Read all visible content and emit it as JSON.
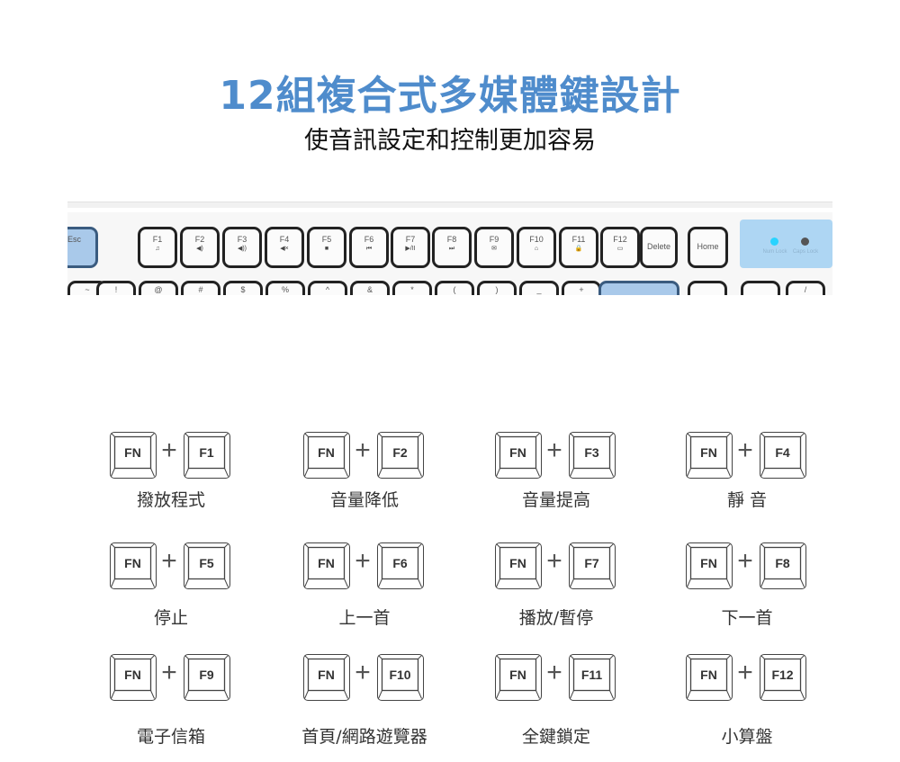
{
  "header": {
    "title": "12組複合式多媒體鍵設計",
    "subtitle": "使音訊設定和控制更加容易"
  },
  "keyboard": {
    "esc": "Esc",
    "fkeys": [
      {
        "label": "F1",
        "sub": "♫"
      },
      {
        "label": "F2",
        "sub": "◀)"
      },
      {
        "label": "F3",
        "sub": "◀))"
      },
      {
        "label": "F4",
        "sub": "◀×"
      },
      {
        "label": "F5",
        "sub": "■"
      },
      {
        "label": "F6",
        "sub": "⏮"
      },
      {
        "label": "F7",
        "sub": "▶/II"
      },
      {
        "label": "F8",
        "sub": "⏭"
      },
      {
        "label": "F9",
        "sub": "✉"
      },
      {
        "label": "F10",
        "sub": "⌂"
      },
      {
        "label": "F11",
        "sub": "🔒"
      },
      {
        "label": "F12",
        "sub": "▭"
      }
    ],
    "delete": "Delete",
    "home": "Home",
    "num_lock": "Num Lock",
    "caps_lock": "Caps Lock",
    "number_row": [
      "~",
      "!",
      "@",
      "#",
      "$",
      "%",
      "^",
      "&",
      "*",
      "(",
      ")",
      "_",
      "+",
      "",
      "",
      "",
      "/"
    ],
    "colors": {
      "accent": "#4f8ccc",
      "blue_key": "#a9c9ea",
      "led_on": "#29d3ff",
      "led_off": "#555555"
    }
  },
  "combos": [
    {
      "fn": "FN",
      "plus": "+",
      "key": "F1",
      "desc": "撥放程式"
    },
    {
      "fn": "FN",
      "plus": "+",
      "key": "F2",
      "desc": "音量降低"
    },
    {
      "fn": "FN",
      "plus": "+",
      "key": "F3",
      "desc": "音量提高"
    },
    {
      "fn": "FN",
      "plus": "+",
      "key": "F4",
      "desc": "靜 音"
    },
    {
      "fn": "FN",
      "plus": "+",
      "key": "F5",
      "desc": "停止"
    },
    {
      "fn": "FN",
      "plus": "+",
      "key": "F6",
      "desc": "上一首"
    },
    {
      "fn": "FN",
      "plus": "+",
      "key": "F7",
      "desc": "播放/暫停"
    },
    {
      "fn": "FN",
      "plus": "+",
      "key": "F8",
      "desc": "下一首"
    },
    {
      "fn": "FN",
      "plus": "+",
      "key": "F9",
      "desc": "電子信箱"
    },
    {
      "fn": "FN",
      "plus": "+",
      "key": "F10",
      "desc": "首頁/網路遊覽器"
    },
    {
      "fn": "FN",
      "plus": "+",
      "key": "F11",
      "desc": "全鍵鎖定"
    },
    {
      "fn": "FN",
      "plus": "+",
      "key": "F12",
      "desc": "小算盤"
    }
  ]
}
